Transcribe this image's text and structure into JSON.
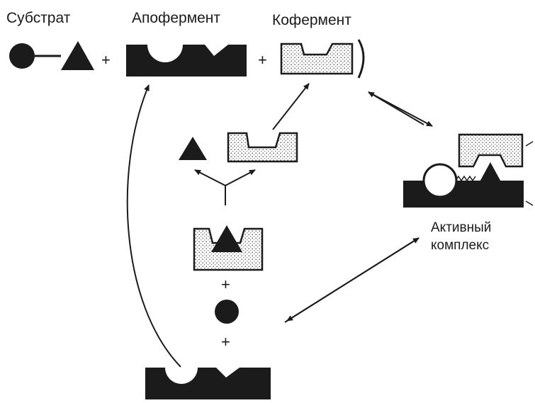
{
  "labels": {
    "substrate": "Субстрат",
    "apoenzyme": "Апофермент",
    "coenzyme": "Кофермент",
    "active_complex_line1": "Активный",
    "active_complex_line2": "комплекс"
  },
  "symbols": {
    "plus": "+"
  },
  "colors": {
    "ink": "#1b1b1b",
    "dots": "#b8b8b8",
    "background": "#ffffff"
  }
}
